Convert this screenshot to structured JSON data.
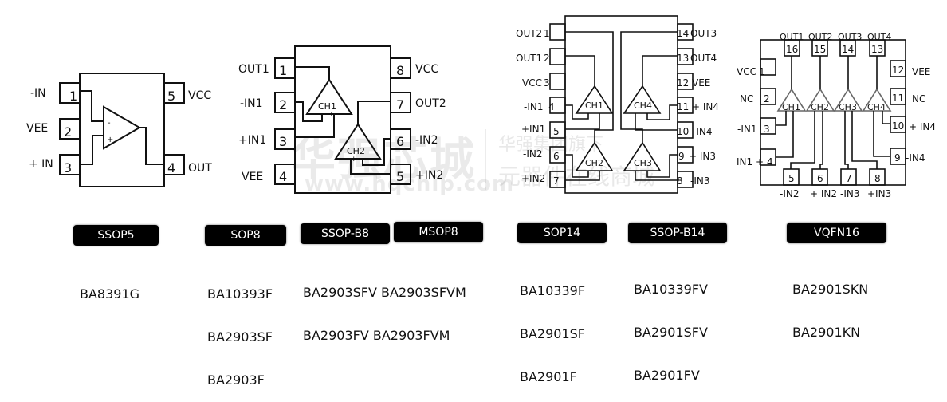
{
  "watermark": {
    "brand": "华强芯城",
    "url": "www.hqchip.com",
    "slogan_line1": "华强集团旗下",
    "slogan_line2": "元器件在线商城"
  },
  "packages": [
    {
      "id": "ssop5",
      "badge": "SSOP5",
      "parts": [
        "BA8391G"
      ],
      "pins": [
        {
          "num": "1",
          "label": "-IN"
        },
        {
          "num": "2",
          "label": "VEE"
        },
        {
          "num": "3",
          "label": "+ IN"
        },
        {
          "num": "4",
          "label": "OUT"
        },
        {
          "num": "5",
          "label": "VCC"
        }
      ],
      "amp_marks": {
        "minus": "-",
        "plus": "+"
      }
    },
    {
      "id": "sop8",
      "badge": "SOP8",
      "parts": [
        "BA10393F",
        "BA2903SF",
        "BA2903F"
      ],
      "pins": [
        {
          "num": "1",
          "label": "OUT1"
        },
        {
          "num": "2",
          "label": "-IN1"
        },
        {
          "num": "3",
          "label": "+IN1"
        },
        {
          "num": "4",
          "label": "VEE"
        },
        {
          "num": "5",
          "label": "+IN2"
        },
        {
          "num": "6",
          "label": "-IN2"
        },
        {
          "num": "7",
          "label": "OUT2"
        },
        {
          "num": "8",
          "label": "VCC"
        }
      ],
      "channels": [
        "CH1",
        "CH2"
      ]
    },
    {
      "id": "ssop-b8",
      "badge": "SSOP-B8",
      "parts_line1": "BA2903SFV BA2903SFVM",
      "parts_line2": "BA2903FV BA2903FVM"
    },
    {
      "id": "msop8",
      "badge": "MSOP8"
    },
    {
      "id": "sop14",
      "badge": "SOP14",
      "parts": [
        "BA10339F",
        "BA2901SF",
        "BA2901F"
      ],
      "pins": [
        {
          "num": "1",
          "label": "OUT2"
        },
        {
          "num": "2",
          "label": "OUT1"
        },
        {
          "num": "3",
          "label": "VCC"
        },
        {
          "num": "4",
          "label": "-IN1"
        },
        {
          "num": "5",
          "label": "+IN1"
        },
        {
          "num": "6",
          "label": "-IN2"
        },
        {
          "num": "7",
          "label": "+IN2"
        },
        {
          "num": "8",
          "label": "-IN3"
        },
        {
          "num": "9",
          "label": "+ IN3"
        },
        {
          "num": "10",
          "label": "-IN4"
        },
        {
          "num": "11",
          "label": "+ IN4"
        },
        {
          "num": "12",
          "label": "VEE"
        },
        {
          "num": "13",
          "label": "OUT4"
        },
        {
          "num": "14",
          "label": "OUT3"
        }
      ],
      "channels": [
        "CH1",
        "CH2",
        "CH3",
        "CH4"
      ]
    },
    {
      "id": "ssop-b14",
      "badge": "SSOP-B14",
      "parts": [
        "BA10339FV",
        "BA2901SFV",
        "BA2901FV"
      ]
    },
    {
      "id": "vqfn16",
      "badge": "VQFN16",
      "parts": [
        "BA2901SKN",
        "BA2901KN"
      ],
      "pins": [
        {
          "num": "1",
          "label": "VCC"
        },
        {
          "num": "2",
          "label": "NC"
        },
        {
          "num": "3",
          "label": "-IN1"
        },
        {
          "num": "4",
          "label": "IN1 +"
        },
        {
          "num": "5",
          "label": "-IN2"
        },
        {
          "num": "6",
          "label": "+ IN2"
        },
        {
          "num": "7",
          "label": "-IN3"
        },
        {
          "num": "8",
          "label": "+IN3"
        },
        {
          "num": "9",
          "label": "-IN4"
        },
        {
          "num": "10",
          "label": "+ IN4"
        },
        {
          "num": "11",
          "label": "NC"
        },
        {
          "num": "12",
          "label": "VEE"
        },
        {
          "num": "13",
          "label": "OUT4"
        },
        {
          "num": "14",
          "label": "OUT3"
        },
        {
          "num": "15",
          "label": "OUT2"
        },
        {
          "num": "16",
          "label": "OUT1"
        }
      ],
      "channels": [
        "CH1",
        "CH2",
        "CH3",
        "CH4"
      ]
    }
  ],
  "marks": {
    "plus": "+",
    "minus": "-"
  }
}
